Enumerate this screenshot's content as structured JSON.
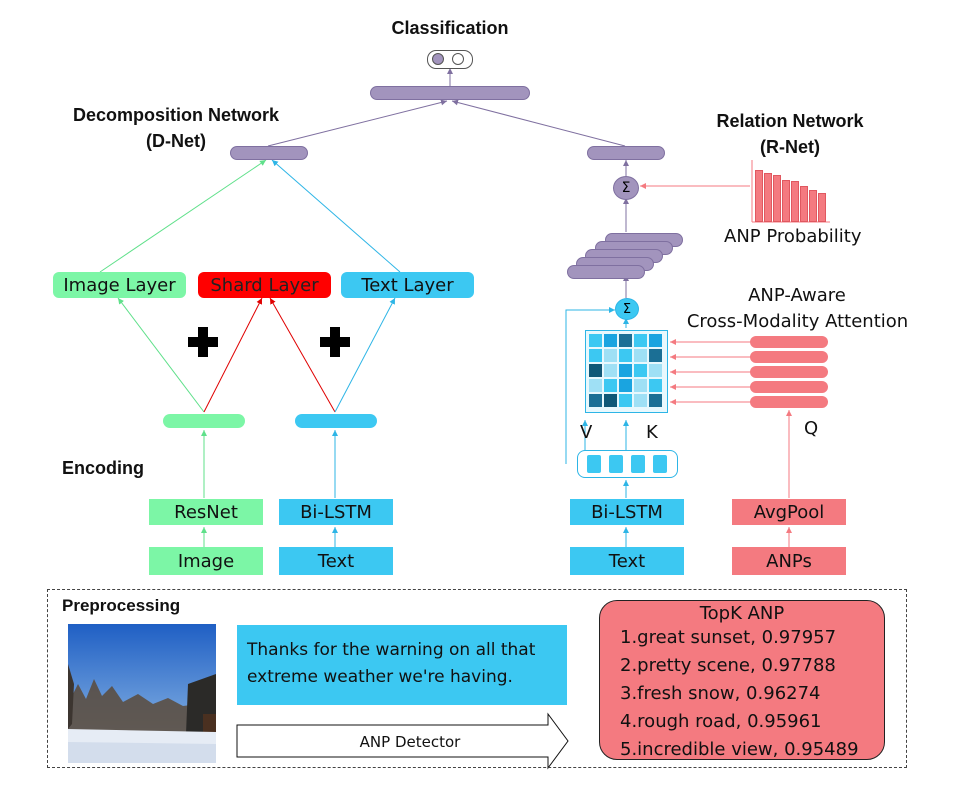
{
  "headings": {
    "classification": "Classification",
    "dnet_line1": "Decomposition Network",
    "dnet_line2": "(D-Net)",
    "rnet_line1": "Relation Network",
    "rnet_line2": "(R-Net)",
    "encoding": "Encoding",
    "preprocessing": "Preprocessing"
  },
  "left_branch": {
    "image_layer": "Image Layer",
    "shared_layer": "Shard Layer",
    "text_layer": "Text Layer",
    "resnet": "ResNet",
    "bilstm": "Bi-LSTM",
    "image_input": "Image",
    "text_input": "Text"
  },
  "right_branch": {
    "anp_probability": "ANP Probability",
    "attention_line1": "ANP-Aware",
    "attention_line2": "Cross-Modality Attention",
    "sigma": "Σ",
    "v": "V",
    "k": "K",
    "q": "Q",
    "bilstm": "Bi-LSTM",
    "avgpool": "AvgPool",
    "text_input": "Text",
    "anps_input": "ANPs"
  },
  "preprocessing": {
    "tweet": "Thanks for the warning on all that extreme weather we're having.",
    "anp_detector": "ANP Detector",
    "topk_title": "TopK ANP",
    "topk_items": [
      "1.great sunset, 0.97957",
      "2.pretty scene, 0.97788",
      "3.fresh snow, 0.96274",
      "4.rough road, 0.95961",
      "5.incredible view, 0.95489"
    ]
  },
  "anp_bars": [
    1.0,
    0.95,
    0.9,
    0.8,
    0.78,
    0.7,
    0.62,
    0.55
  ],
  "attention_matrix": [
    [
      "#3CC8F2",
      "#1aa4e0",
      "#1b6f95",
      "#3CC8F2",
      "#1aa4e0"
    ],
    [
      "#3CC8F2",
      "#9fe0f5",
      "#3CC8F2",
      "#9fe0f5",
      "#1b6f95"
    ],
    [
      "#0f5877",
      "#9fe0f5",
      "#1aa4e0",
      "#3CC8F2",
      "#9fe0f5"
    ],
    [
      "#9fe0f5",
      "#3CC8F2",
      "#1aa4e0",
      "#9fe0f5",
      "#3CC8F2"
    ],
    [
      "#1b6f95",
      "#0f5877",
      "#3CC8F2",
      "#9fe0f5",
      "#1b6f95"
    ]
  ],
  "colors": {
    "green": "#7CF6A6",
    "blue": "#3CC8F2",
    "red": "#FF0000",
    "pink": "#F47A80",
    "purple": "#A294BD"
  }
}
